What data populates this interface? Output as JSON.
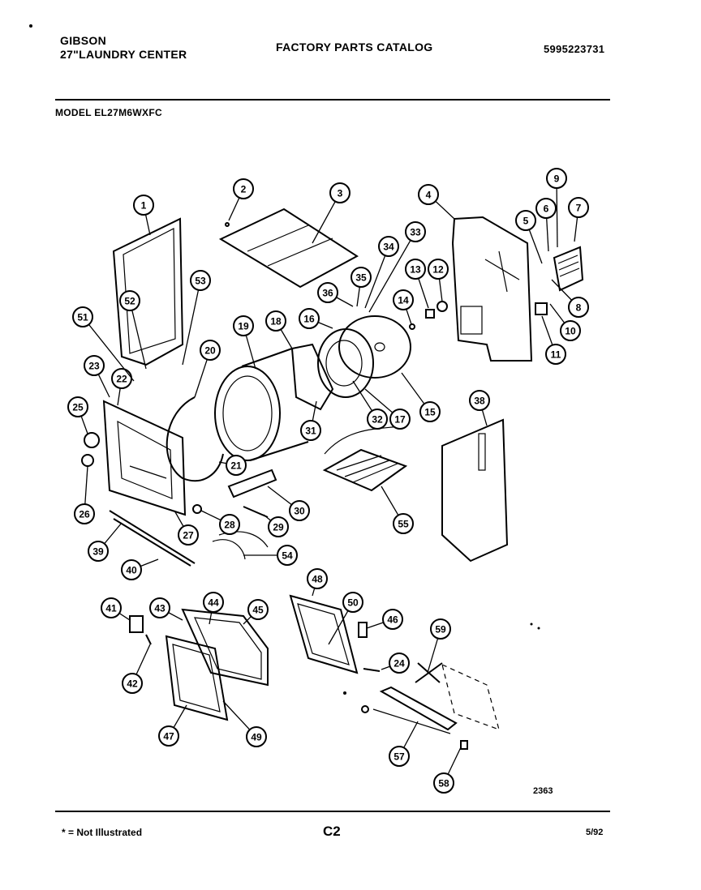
{
  "header": {
    "brand": "GIBSON",
    "product": "27\"LAUNDRY CENTER",
    "catalog_title": "FACTORY PARTS CATALOG",
    "catalog_number": "5995223731",
    "model": "MODEL EL27M6WXFC"
  },
  "footer": {
    "note": "* = Not Illustrated",
    "page": "C2",
    "date": "5/92",
    "diagram_code": "2363"
  },
  "callouts": [
    "1",
    "2",
    "3",
    "4",
    "5",
    "6",
    "7",
    "8",
    "9",
    "10",
    "11",
    "12",
    "13",
    "14",
    "15",
    "16",
    "17",
    "18",
    "19",
    "20",
    "21",
    "22",
    "23",
    "24",
    "25",
    "26",
    "27",
    "28",
    "29",
    "30",
    "31",
    "32",
    "33",
    "34",
    "35",
    "36",
    "38",
    "39",
    "40",
    "41",
    "42",
    "43",
    "44",
    "45",
    "46",
    "47",
    "48",
    "49",
    "50",
    "51",
    "52",
    "53",
    "54",
    "55",
    "57",
    "58",
    "59"
  ]
}
